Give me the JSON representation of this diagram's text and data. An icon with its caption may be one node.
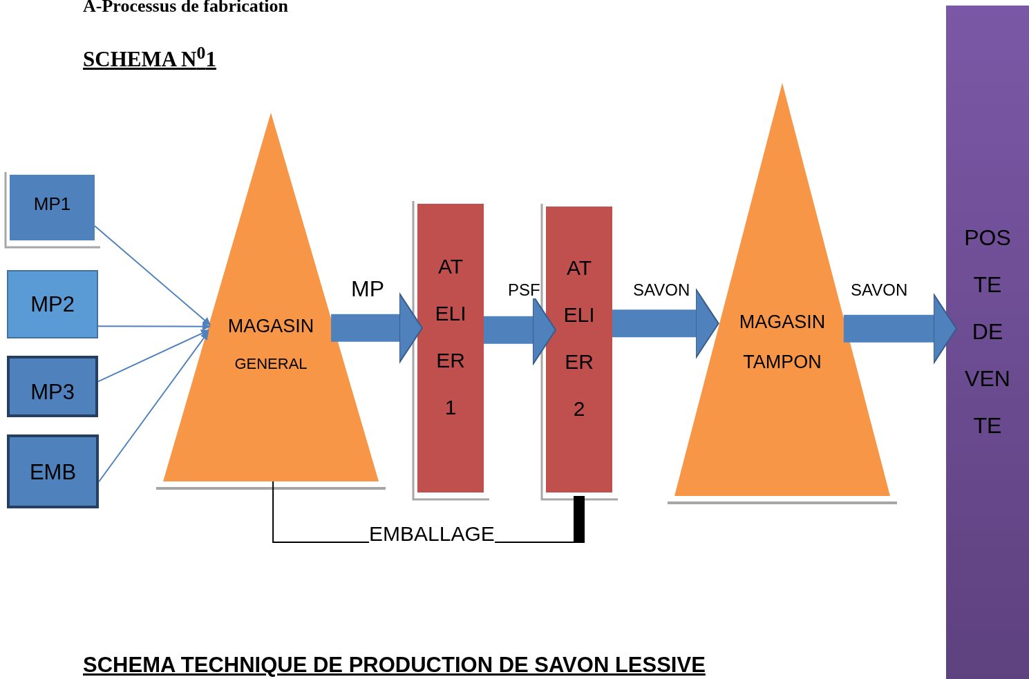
{
  "diagram": {
    "title": "A-Processus de fabrication",
    "caption": "SCHEMA TECHNIQUE DE PRODUCTION DE SAVON LESSIVE",
    "nodes": [
      {
        "text": [
          "MP1"
        ]
      },
      {
        "text": [
          "MP2"
        ]
      },
      {
        "text": [
          "MP3"
        ]
      },
      {
        "text": [
          "EMB"
        ]
      },
      {
        "text": [
          "MAGASIN",
          "GENERAL"
        ]
      },
      {
        "text": [
          "AT ELI ER 1"
        ]
      },
      {
        "text": [
          "AT ELI ER 2"
        ]
      },
      {
        "text": [
          "MAGASIN",
          "TAMPON"
        ]
      },
      {
        "text": [
          "POS TE DE VEN TE"
        ]
      }
    ],
    "edges": [
      {
        "from": 0,
        "to": 4,
        "arrow": "to"
      },
      {
        "from": 1,
        "to": 4,
        "arrow": "to"
      },
      {
        "from": 2,
        "to": 4,
        "arrow": "to"
      },
      {
        "from": 3,
        "to": 4,
        "arrow": "to"
      },
      {
        "from": 4,
        "to": 5,
        "arrow": "to",
        "label": "MP",
        "style": "thick"
      },
      {
        "from": 5,
        "to": 6,
        "arrow": "to",
        "label": "PSF",
        "style": "thick"
      },
      {
        "from": 6,
        "to": 7,
        "arrow": "to",
        "label": "SAVON",
        "style": "thick"
      },
      {
        "from": 7,
        "to": 8,
        "arrow": "to",
        "label": "SAVON",
        "style": "thick"
      },
      {
        "from": 6,
        "to": 4,
        "arrow": "other",
        "label": "EMBALLAGE",
        "color": "#000000"
      }
    ],
    "labels": [
      "SCHEMA N$^{0}$1"
    ]
  }
}
